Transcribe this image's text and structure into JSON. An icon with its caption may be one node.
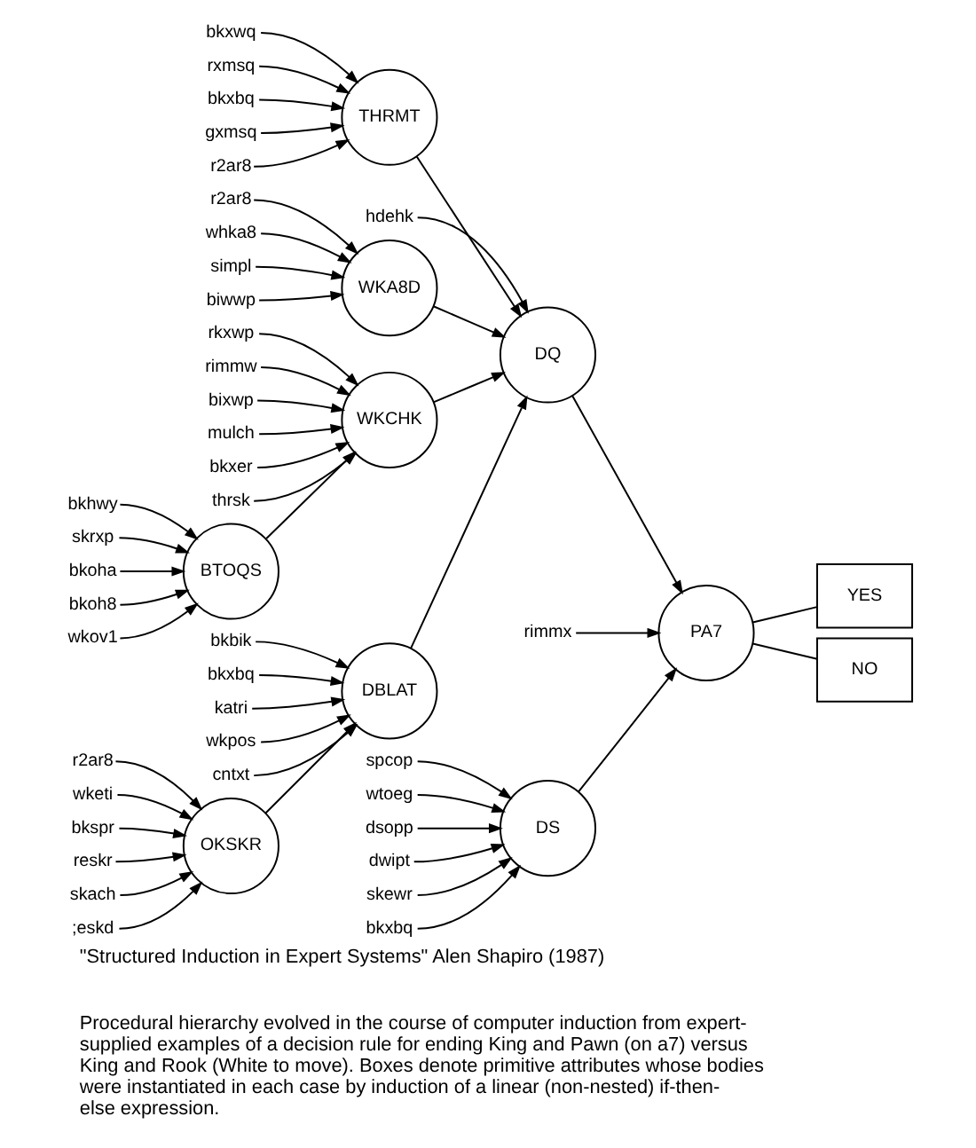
{
  "diagram": {
    "title": "\"Structured Induction in Expert Systems\" Alen Shapiro (1987)",
    "caption": "Procedural hierarchy evolved in the course of computer induction from expert-supplied examples of a decision rule for ending King and Pawn (on a7) versus King and Rook (White to move). Boxes denote primitive attributes whose bodies were instantiated in each case by induction of a linear (non-nested) if-then-else expression.",
    "nodes": [
      {
        "text": [
          "bkxwq"
        ]
      },
      {
        "text": [
          "rxmsq"
        ]
      },
      {
        "text": [
          "bkxbq"
        ]
      },
      {
        "text": [
          "gxmsq"
        ]
      },
      {
        "text": [
          "r2ar8"
        ]
      },
      {
        "text": [
          "THRMT"
        ]
      },
      {
        "text": [
          "hdehk"
        ]
      },
      {
        "text": [
          "DQ"
        ]
      },
      {
        "text": [
          "r2ar8"
        ]
      },
      {
        "text": [
          "whka8"
        ]
      },
      {
        "text": [
          "simpl"
        ]
      },
      {
        "text": [
          "biwwp"
        ]
      },
      {
        "text": [
          "WKA8D"
        ]
      },
      {
        "text": [
          "rimmx"
        ]
      },
      {
        "text": [
          "PA7"
        ]
      },
      {
        "text": [
          "rkxwp"
        ]
      },
      {
        "text": [
          "rimmw"
        ]
      },
      {
        "text": [
          "bixwp"
        ]
      },
      {
        "text": [
          "mulch"
        ]
      },
      {
        "text": [
          "bkxer"
        ]
      },
      {
        "text": [
          "thrsk"
        ]
      },
      {
        "text": [
          "WKCHK"
        ]
      },
      {
        "text": [
          "bkhwy"
        ]
      },
      {
        "text": [
          "skrxp"
        ]
      },
      {
        "text": [
          "bkoha"
        ]
      },
      {
        "text": [
          "bkoh8"
        ]
      },
      {
        "text": [
          "wkov1"
        ]
      },
      {
        "text": [
          "BTOQS"
        ]
      },
      {
        "text": [
          "spcop"
        ]
      },
      {
        "text": [
          "wtoeg"
        ]
      },
      {
        "text": [
          "dsopp"
        ]
      },
      {
        "text": [
          "dwipt"
        ]
      },
      {
        "text": [
          "skewr"
        ]
      },
      {
        "text": [
          "bkxbq"
        ]
      },
      {
        "text": [
          "DS"
        ]
      },
      {
        "text": [
          "bkbik"
        ]
      },
      {
        "text": [
          "bkxbq"
        ]
      },
      {
        "text": [
          "katri"
        ]
      },
      {
        "text": [
          "wkpos"
        ]
      },
      {
        "text": [
          "cntxt"
        ]
      },
      {
        "text": [
          "DBLAT"
        ]
      },
      {
        "text": [
          "r2ar8"
        ]
      },
      {
        "text": [
          "wketi"
        ]
      },
      {
        "text": [
          "bkspr"
        ]
      },
      {
        "text": [
          "reskr"
        ]
      },
      {
        "text": [
          "skach"
        ]
      },
      {
        "text": [
          ";eskd"
        ]
      },
      {
        "text": [
          "OKSKR"
        ]
      },
      {
        "text": [
          "YES"
        ]
      },
      {
        "text": [
          "NO"
        ]
      }
    ],
    "edges": [
      {
        "from": 0,
        "to": 5,
        "arrow": "to"
      },
      {
        "from": 1,
        "to": 5,
        "arrow": "to"
      },
      {
        "from": 2,
        "to": 5,
        "arrow": "to"
      },
      {
        "from": 3,
        "to": 5,
        "arrow": "to"
      },
      {
        "from": 4,
        "to": 5,
        "arrow": "to"
      },
      {
        "from": 6,
        "to": 7,
        "arrow": "to"
      },
      {
        "from": 5,
        "to": 7,
        "arrow": "to"
      },
      {
        "from": 12,
        "to": 7,
        "arrow": "to"
      },
      {
        "from": 21,
        "to": 7,
        "arrow": "to"
      },
      {
        "from": 40,
        "to": 7,
        "arrow": "to"
      },
      {
        "from": 8,
        "to": 12,
        "arrow": "to"
      },
      {
        "from": 9,
        "to": 12,
        "arrow": "to"
      },
      {
        "from": 10,
        "to": 12,
        "arrow": "to"
      },
      {
        "from": 11,
        "to": 12,
        "arrow": "to"
      },
      {
        "from": 13,
        "to": 14,
        "arrow": "to"
      },
      {
        "from": 7,
        "to": 14,
        "arrow": "to"
      },
      {
        "from": 34,
        "to": 14,
        "arrow": "to"
      },
      {
        "from": 15,
        "to": 21,
        "arrow": "to"
      },
      {
        "from": 16,
        "to": 21,
        "arrow": "to"
      },
      {
        "from": 17,
        "to": 21,
        "arrow": "to"
      },
      {
        "from": 18,
        "to": 21,
        "arrow": "to"
      },
      {
        "from": 19,
        "to": 21,
        "arrow": "to"
      },
      {
        "from": 20,
        "to": 21,
        "arrow": "to"
      },
      {
        "from": 27,
        "to": 21,
        "arrow": "to"
      },
      {
        "from": 22,
        "to": 27,
        "arrow": "to"
      },
      {
        "from": 23,
        "to": 27,
        "arrow": "to"
      },
      {
        "from": 24,
        "to": 27,
        "arrow": "to"
      },
      {
        "from": 25,
        "to": 27,
        "arrow": "to"
      },
      {
        "from": 26,
        "to": 27,
        "arrow": "to"
      },
      {
        "from": 28,
        "to": 34,
        "arrow": "to"
      },
      {
        "from": 29,
        "to": 34,
        "arrow": "to"
      },
      {
        "from": 30,
        "to": 34,
        "arrow": "to"
      },
      {
        "from": 31,
        "to": 34,
        "arrow": "to"
      },
      {
        "from": 32,
        "to": 34,
        "arrow": "to"
      },
      {
        "from": 33,
        "to": 34,
        "arrow": "to"
      },
      {
        "from": 35,
        "to": 40,
        "arrow": "to"
      },
      {
        "from": 36,
        "to": 40,
        "arrow": "to"
      },
      {
        "from": 37,
        "to": 40,
        "arrow": "to"
      },
      {
        "from": 38,
        "to": 40,
        "arrow": "to"
      },
      {
        "from": 39,
        "to": 40,
        "arrow": "to"
      },
      {
        "from": 47,
        "to": 40,
        "arrow": "to"
      },
      {
        "from": 41,
        "to": 47,
        "arrow": "to"
      },
      {
        "from": 42,
        "to": 47,
        "arrow": "to"
      },
      {
        "from": 43,
        "to": 47,
        "arrow": "to"
      },
      {
        "from": 44,
        "to": 47,
        "arrow": "to"
      },
      {
        "from": 45,
        "to": 47,
        "arrow": "to"
      },
      {
        "from": 46,
        "to": 47,
        "arrow": "to"
      },
      {
        "from": 14,
        "to": 48,
        "arrow": "none"
      },
      {
        "from": 14,
        "to": 49,
        "arrow": "none"
      }
    ]
  }
}
